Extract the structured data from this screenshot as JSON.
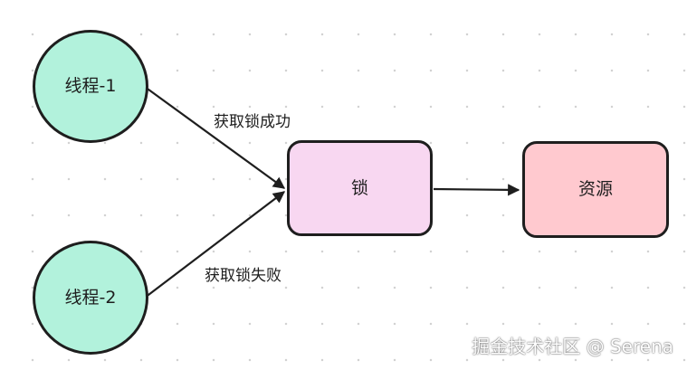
{
  "nodes": {
    "thread1": {
      "label": "线程-1",
      "fill": "#b2f2dc"
    },
    "thread2": {
      "label": "线程-2",
      "fill": "#b2f2dc"
    },
    "lock": {
      "label": "锁",
      "fill": "#f8d7f1"
    },
    "resource": {
      "label": "资源",
      "fill": "#ffc9cf"
    }
  },
  "edges": {
    "thread1_to_lock": {
      "label": "获取锁成功"
    },
    "thread2_to_lock": {
      "label": "获取锁失败"
    },
    "lock_to_resource": {
      "label": ""
    }
  },
  "colors": {
    "stroke": "#1e1e1e",
    "grid_dot": "#d2d2d2"
  },
  "watermark": "掘金技术社区 @ Serena"
}
